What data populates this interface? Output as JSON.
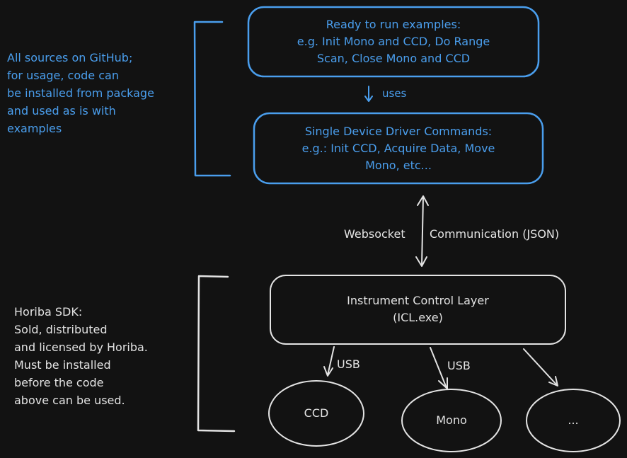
{
  "colors": {
    "background": "#121212",
    "accent_blue": "#4a9eed",
    "foreground": "#e3e3e3"
  },
  "github_note": "All sources on GitHub;\nfor usage, code can\nbe installed from package\nand used as is with\nexamples",
  "examples_box": "Ready to run examples:\ne.g. Init Mono and CCD, Do Range\nScan, Close Mono and CCD",
  "uses_label": "uses",
  "driver_box": "Single Device Driver Commands:\ne.g.: Init CCD, Acquire Data, Move\nMono, etc...",
  "websocket_label": "Websocket",
  "communication_label": "Communication (JSON)",
  "icl_box": "Instrument Control Layer\n(ICL.exe)",
  "usb_left_label": "USB",
  "usb_right_label": "USB",
  "devices": {
    "ccd": "CCD",
    "mono": "Mono",
    "more": "..."
  },
  "horiba_note": "Horiba SDK:\nSold, distributed\nand licensed by Horiba.\nMust be installed\nbefore the code\nabove can be used."
}
